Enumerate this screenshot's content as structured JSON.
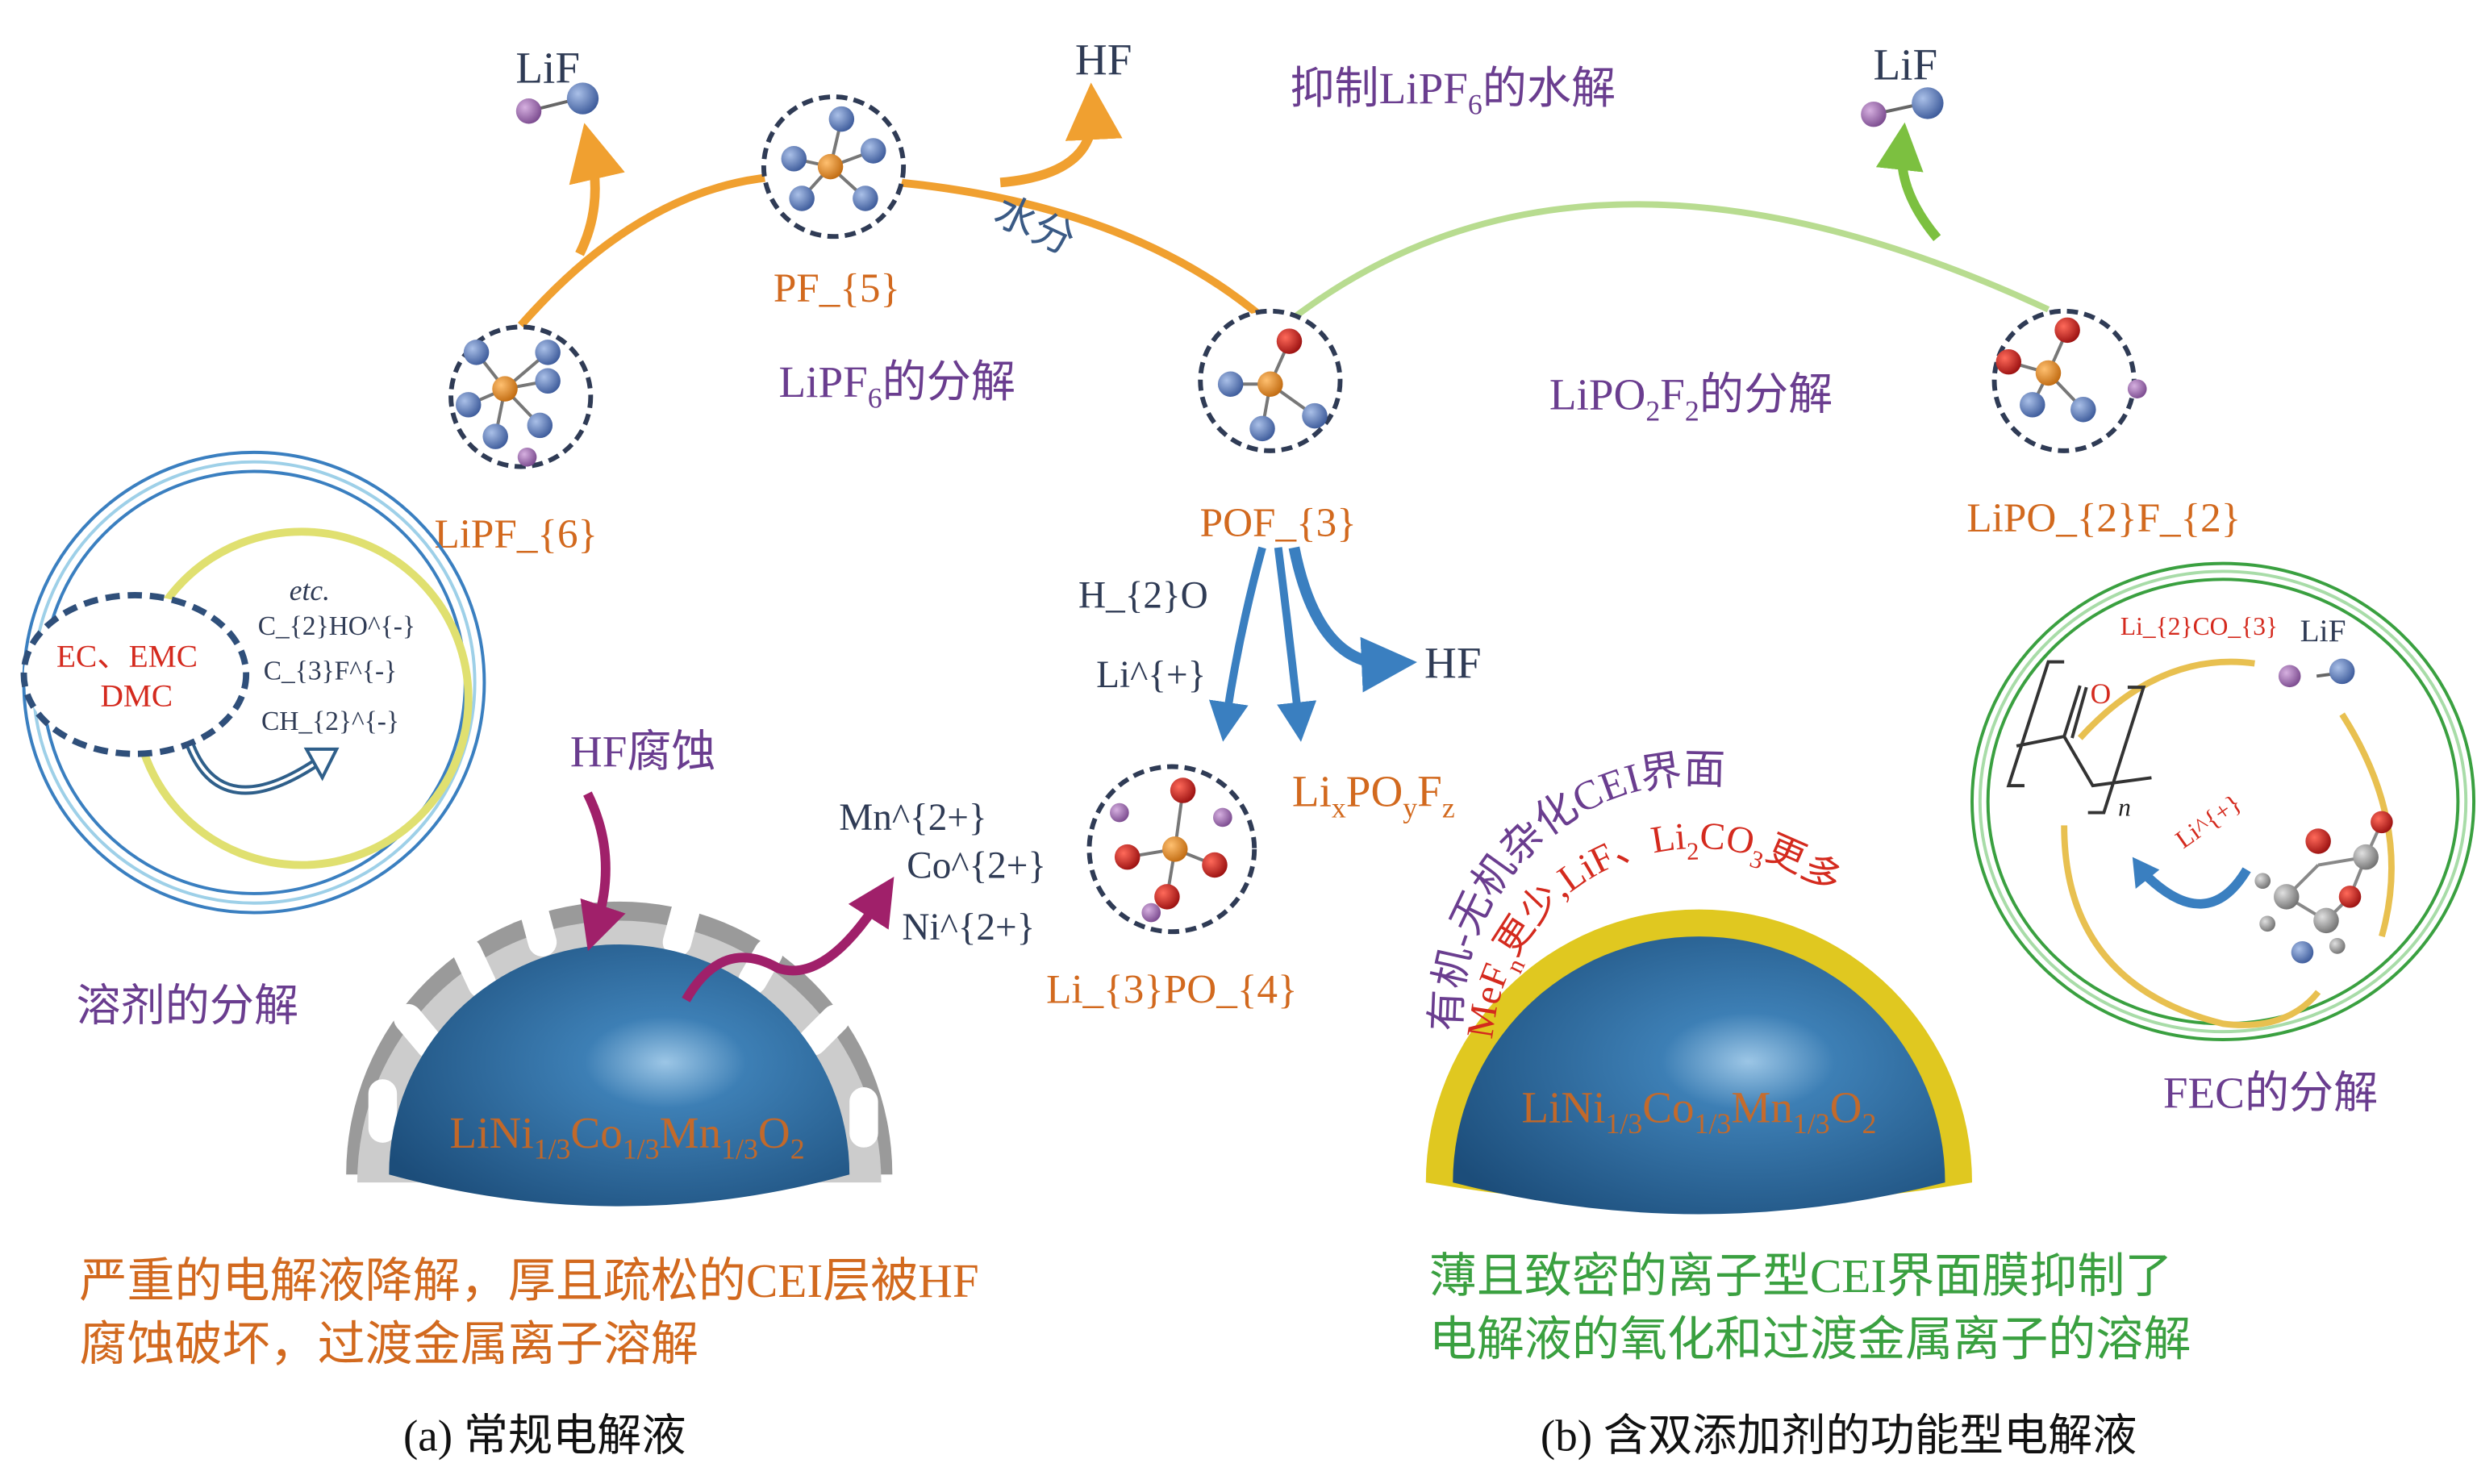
{
  "labels": {
    "lif_left": "LiF",
    "hf_top": "HF",
    "suppress_hydrolysis": "抑制LiPF_{6}的水解",
    "lif_right": "LiF",
    "pf5": "PF_{5}",
    "moisture": "水分",
    "lipf6_decomp": "LiPF_{6}的分解",
    "lipo2f2_decomp": "LiPO_{2}F_{2}的分解",
    "lipf6": "LiPF_{6}",
    "pof3": "POF_{3}",
    "lipo2f2": "LiPO_{2}F_{2}",
    "h2o": "H_{2}O",
    "li_plus": "Li^{+}",
    "hf_right": "HF",
    "lixpoyfz": "Li_{x}PO_{y}F_{z}",
    "li3po4": "Li_{3}PO_{4}",
    "hf_corrosion": "HF腐蚀",
    "mn": "Mn^{2+}",
    "co": "Co^{2+}",
    "ni": "Ni^{2+}",
    "solvent_decomp": "溶剂的分解",
    "fec_decomp": "FEC的分解",
    "cathode_left": "LiNi_{1/3}Co_{1/3}Mn_{1/3}O_{2}",
    "cathode_right": "LiNi_{1/3}Co_{1/3}Mn_{1/3}O_{2}",
    "cei_hybrid": "有机-无机杂化CEI界面",
    "cei_composition": "MeF_{n}更少,LiF、Li_{2}CO_{3}更多"
  },
  "solvent": {
    "solvents_line1": "EC、EMC",
    "solvents_line2": "DMC",
    "etc": "etc.",
    "p1": "C_{2}HO^{-}",
    "p2": "C_{3}F^{-}",
    "p3": "CH_{2}^{-}"
  },
  "fec": {
    "li2co3": "Li_{2}CO_{3}",
    "lif": "LiF",
    "o": "O",
    "n": "n",
    "li_plus": "Li^{+}"
  },
  "descriptions": {
    "left_line1": "严重的电解液降解，厚且疏松的CEI层被HF",
    "left_line2": "腐蚀破坏，过渡金属离子溶解",
    "right_line1": "薄且致密的离子型CEI界面膜抑制了",
    "right_line2": "电解液的氧化和过渡金属离子的溶解"
  },
  "captions": {
    "a": "(a) 常规电解液",
    "b": "(b) 含双添加剂的功能型电解液"
  },
  "colors": {
    "orange": "#d2691e",
    "purple": "#6a3d8f",
    "blue": "#3a7fc0",
    "green": "#3aa040",
    "red": "#d42a1e"
  }
}
